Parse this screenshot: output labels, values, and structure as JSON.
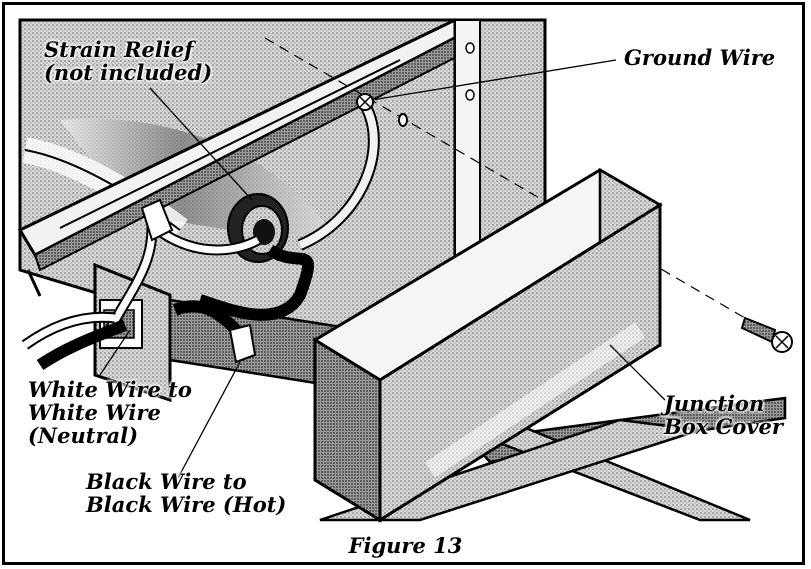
{
  "labels": {
    "strain_relief": [
      "Strain Relief",
      "(not included)"
    ],
    "ground_wire": "Ground Wire",
    "white_wire": [
      "White Wire to",
      "White Wire",
      "(Neutral)"
    ],
    "black_wire": [
      "Black Wire to",
      "Black Wire (Hot)"
    ],
    "junction_box_cover": [
      "Junction",
      "Box Cover"
    ]
  },
  "caption": "Figure 13",
  "colors": {
    "ink": "#000000",
    "paper": "#ffffff",
    "shade": "#b8b8b8",
    "light_shade": "#d8d8d8"
  }
}
